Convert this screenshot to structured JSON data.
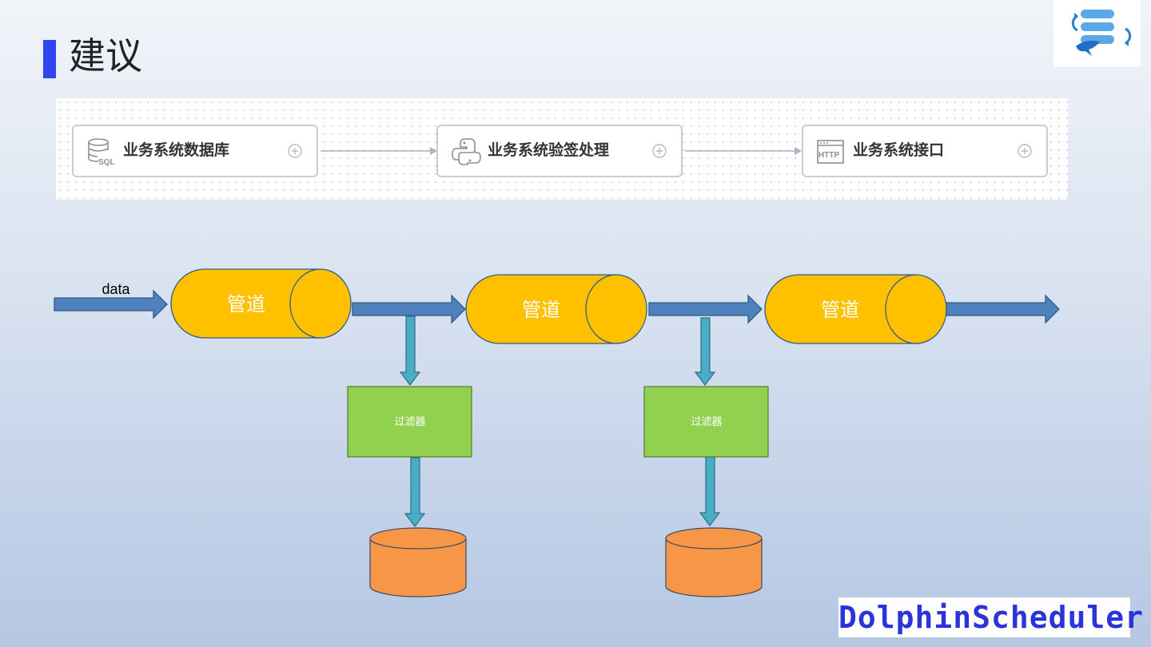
{
  "slide": {
    "title": "建议",
    "brand": "DolphinScheduler"
  },
  "workflow": {
    "nodes": [
      {
        "label": "业务系统数据库",
        "icon": "sql-database-icon"
      },
      {
        "label": "业务系统验签处理",
        "icon": "python-icon"
      },
      {
        "label": "业务系统接口",
        "icon": "http-icon"
      }
    ],
    "add_icon": "plus-circle-icon"
  },
  "pipeline": {
    "input_label": "data",
    "pipes": [
      "管道",
      "管道",
      "管道"
    ],
    "filters": [
      "过滤器",
      "过滤器"
    ]
  },
  "colors": {
    "accent": "#2f46f0",
    "pipe": "#ffc000",
    "pipe_border": "#2e5c8a",
    "arrow": "#4f81bd",
    "down_arrow": "#4bacc6",
    "filter": "#92d050",
    "storage": "#f79646",
    "brand": "#2a34d8"
  }
}
